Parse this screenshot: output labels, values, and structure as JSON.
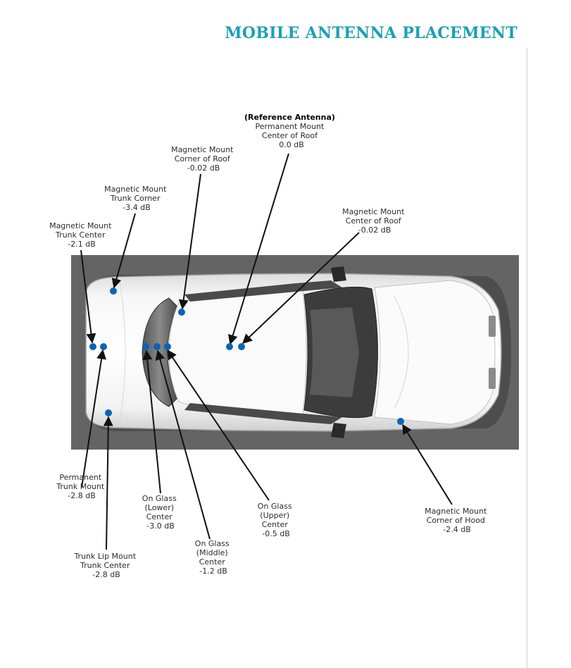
{
  "title": "MOBILE ANTENNA PLACEMENT",
  "colors": {
    "title": "#1aa0b4",
    "marker": "#0a64b4"
  },
  "placements": [
    {
      "id": "reference",
      "lines": [
        "(Reference Antenna)",
        "Permanent Mount",
        "Center of Roof",
        "0.0 dB"
      ]
    },
    {
      "id": "mag-corner-roof",
      "lines": [
        "Magnetic Mount",
        "Corner of Roof",
        "-0.02 dB"
      ]
    },
    {
      "id": "mag-trunk-corner",
      "lines": [
        "Magnetic Mount",
        "Trunk Corner",
        "-3.4 dB"
      ]
    },
    {
      "id": "mag-trunk-center",
      "lines": [
        "Magnetic Mount",
        "Trunk Center",
        "-2.1 dB"
      ]
    },
    {
      "id": "mag-center-roof",
      "lines": [
        "Magnetic Mount",
        "Center of Roof",
        "-0.02 dB"
      ]
    },
    {
      "id": "perm-trunk",
      "lines": [
        "Permanent",
        "Trunk Mount",
        "-2.8 dB"
      ]
    },
    {
      "id": "glass-lower",
      "lines": [
        "On Glass",
        "(Lower)",
        "Center",
        "-3.0 dB"
      ]
    },
    {
      "id": "glass-upper",
      "lines": [
        "On Glass",
        "(Upper)",
        "Center",
        "-0.5 dB"
      ]
    },
    {
      "id": "mag-corner-hood",
      "lines": [
        "Magnetic Mount",
        "Corner of Hood",
        "-2.4 dB"
      ]
    },
    {
      "id": "glass-middle",
      "lines": [
        "On Glass",
        "(Middle)",
        "Center",
        "-1.2 dB"
      ]
    },
    {
      "id": "trunk-lip",
      "lines": [
        "Trunk Lip Mount",
        "Trunk Center",
        "-2.8 dB"
      ]
    }
  ]
}
